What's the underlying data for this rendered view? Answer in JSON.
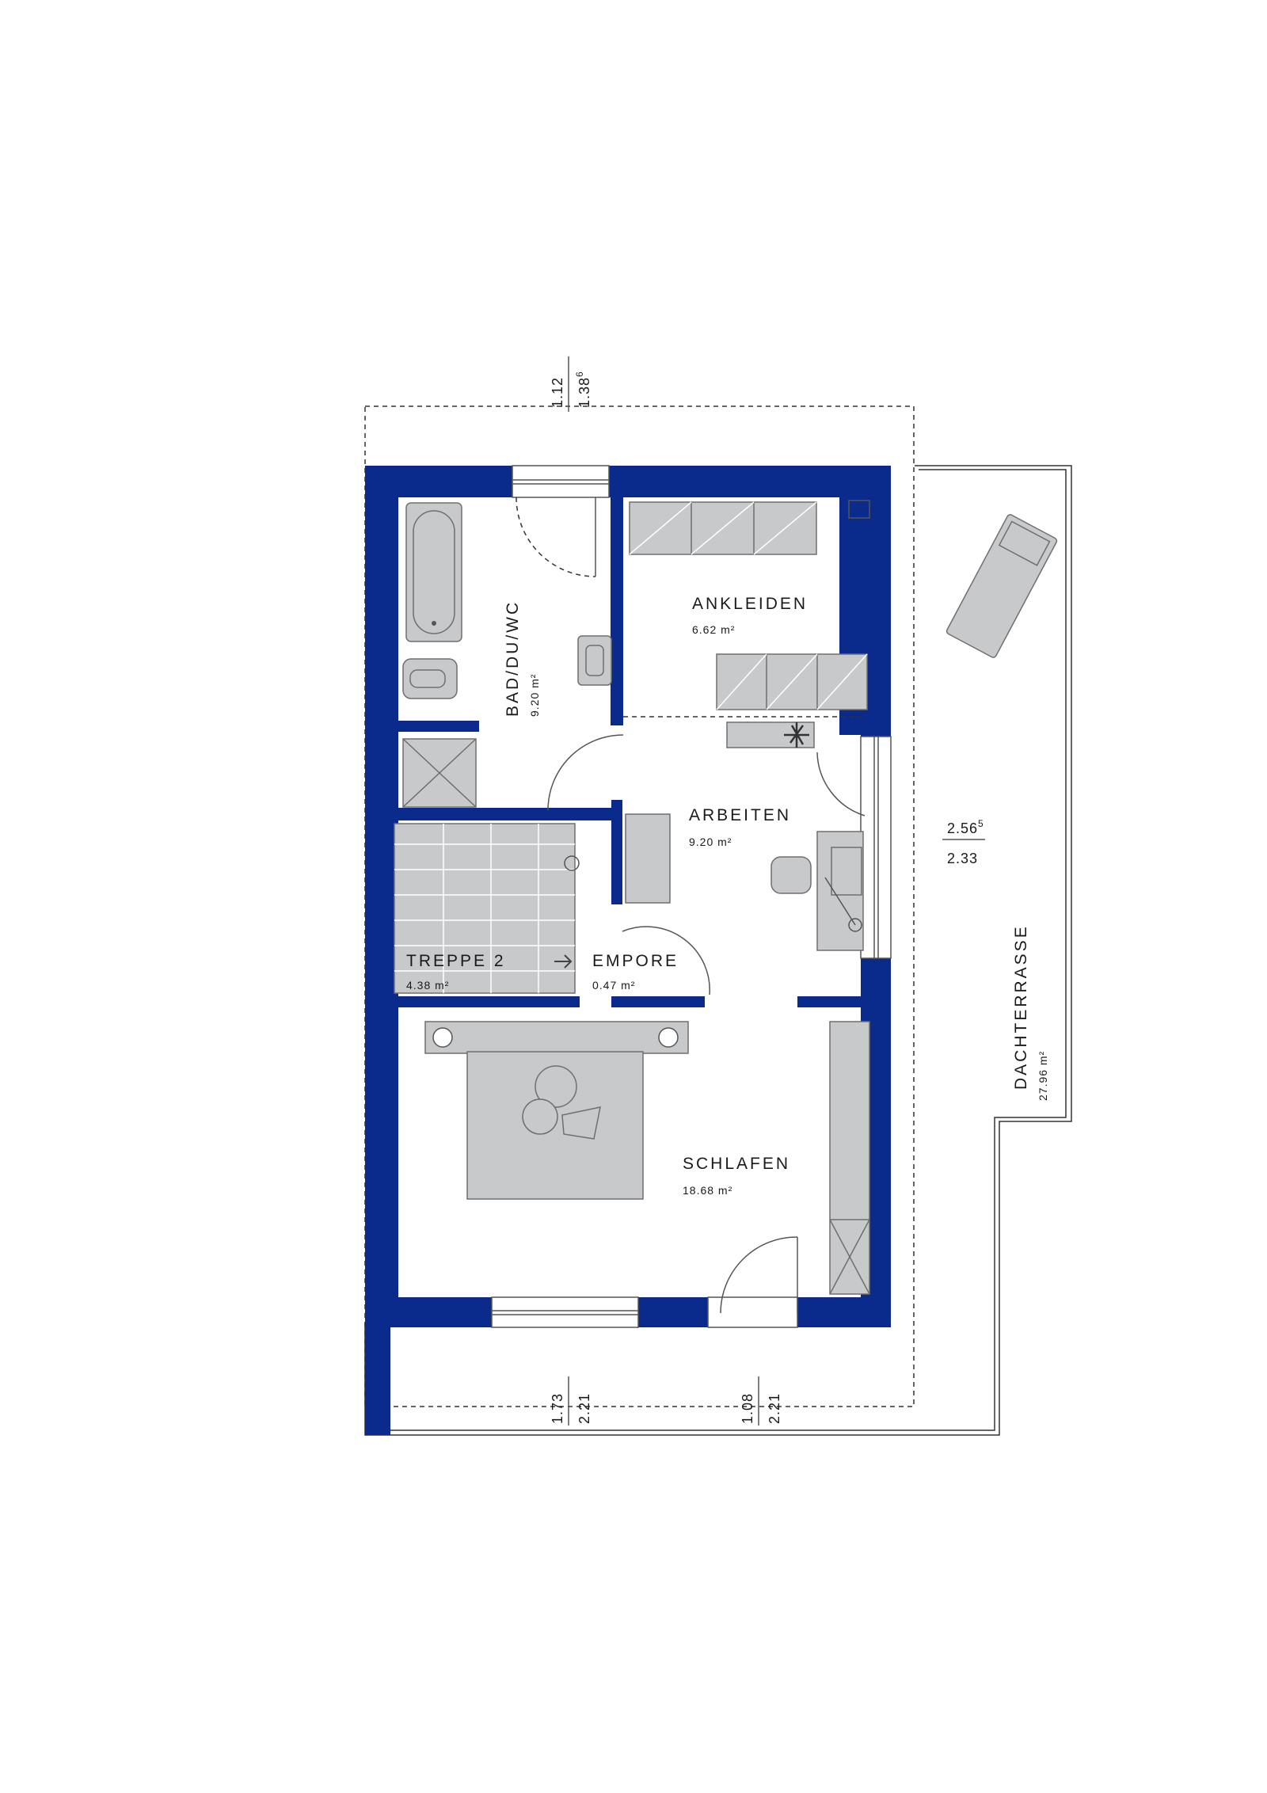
{
  "colors": {
    "wall": "#0a2a8c",
    "furniture": "#c8c9cb",
    "line": "#333333"
  },
  "rooms": {
    "bad": {
      "label": "BAD/DU/WC",
      "area": "9.20 m²"
    },
    "ankleiden": {
      "label": "ANKLEIDEN",
      "area": "6.62 m²"
    },
    "arbeiten": {
      "label": "ARBEITEN",
      "area": "9.20 m²"
    },
    "treppe": {
      "label": "TREPPE 2",
      "area": "4.38 m²"
    },
    "empore": {
      "label": "EMPORE",
      "area": "0.47 m²"
    },
    "schlafen": {
      "label": "SCHLAFEN",
      "area": "18.68 m²"
    },
    "dachterrasse": {
      "label": "DACHTERRASSE",
      "area": "27.96 m²"
    }
  },
  "dimensions": {
    "top_a": "1.12",
    "top_b": "1.38",
    "top_b_sup": "6",
    "right_a": "2.56",
    "right_a_sup": "5",
    "right_b": "2.33",
    "bottom_left_a": "1.73",
    "bottom_left_b": "2.21",
    "bottom_right_a": "1.08",
    "bottom_right_b": "2.21"
  },
  "icons": [
    "bathtub-icon",
    "toilet-icon",
    "sink-icon",
    "shower-icon",
    "staircase-icon",
    "desk-icon",
    "chair-icon",
    "plant-icon",
    "bed-icon",
    "wardrobe-icon",
    "sunlounger-icon",
    "door-icon",
    "window-icon"
  ]
}
